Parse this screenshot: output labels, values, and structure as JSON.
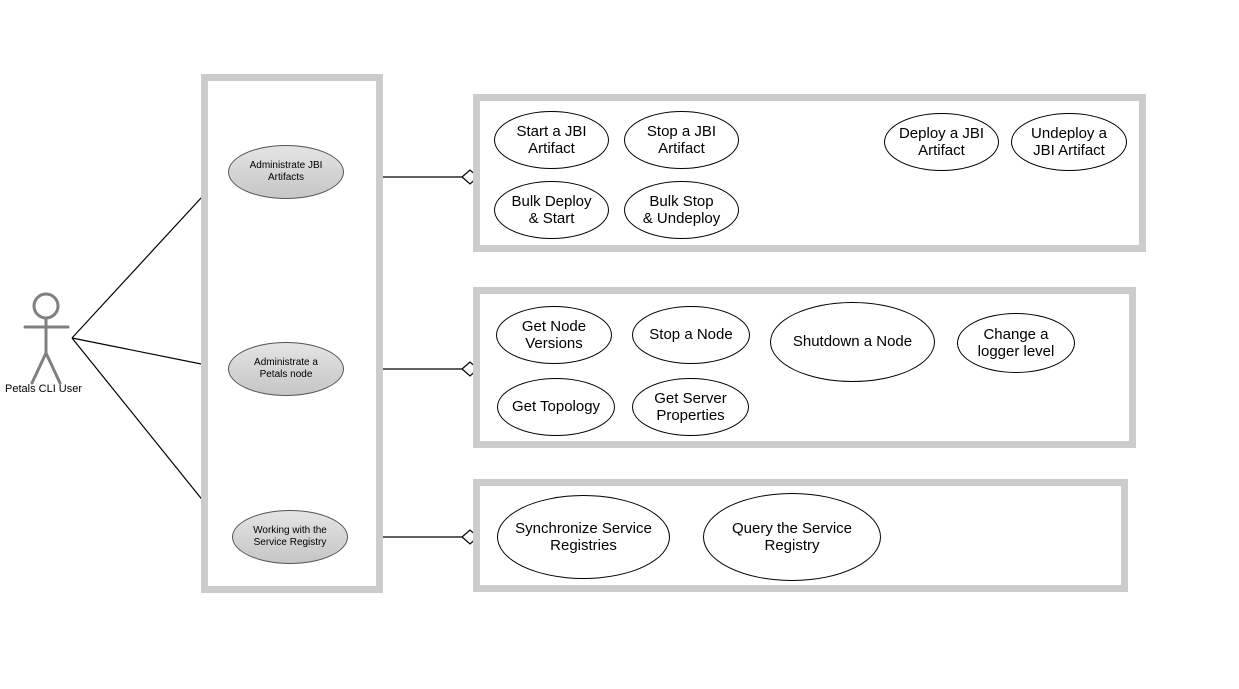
{
  "diagram": {
    "title": "Petals CLI Use Case Diagram",
    "type": "uml-use-case",
    "colors": {
      "container_border": "#cccccc",
      "ellipse_border": "#000000",
      "actor_ellipse_fill": "#d4d4d4",
      "actor_color": "#808080",
      "connector": "#000000",
      "background": "#ffffff"
    }
  },
  "actor": {
    "name": "Petals CLI User",
    "icon": "stick-figure-actor-icon"
  },
  "system_boundary": {
    "name": "petals-cli-boundary",
    "use_cases": [
      {
        "label_line1": "Administrate JBI",
        "label_line2": "Artifacts",
        "name": "administrate-jbi-artifacts"
      },
      {
        "label_line1": "Administrate a",
        "label_line2": "Petals node",
        "name": "administrate-a-petals-node"
      },
      {
        "label_line1": "Working with the",
        "label_line2": "Service Registry",
        "name": "working-with-the-service-registry"
      }
    ]
  },
  "groups": [
    {
      "name": "jbi-artifacts-group",
      "use_cases": [
        {
          "label_line1": "Start a JBI",
          "label_line2": "Artifact",
          "name": "start-a-jbi-artifact"
        },
        {
          "label_line1": "Stop a JBI",
          "label_line2": "Artifact",
          "name": "stop-a-jbi-artifact"
        },
        {
          "label_line1": "Deploy a JBI",
          "label_line2": "Artifact",
          "name": "deploy-a-jbi-artifact"
        },
        {
          "label_line1": "Undeploy a",
          "label_line2": "JBI Artifact",
          "name": "undeploy-a-jbi-artifact"
        },
        {
          "label_line1": "Bulk Deploy",
          "label_line2": "& Start",
          "name": "bulk-deploy-and-start"
        },
        {
          "label_line1": "Bulk Stop",
          "label_line2": "& Undeploy",
          "name": "bulk-stop-and-undeploy"
        }
      ]
    },
    {
      "name": "petals-node-group",
      "use_cases": [
        {
          "label_line1": "Get Node",
          "label_line2": "Versions",
          "name": "get-node-versions"
        },
        {
          "label_line1": "Stop a Node",
          "label_line2": "",
          "name": "stop-a-node"
        },
        {
          "label_line1": "Shutdown a Node",
          "label_line2": "",
          "name": "shutdown-a-node"
        },
        {
          "label_line1": "Change a",
          "label_line2": "logger level",
          "name": "change-a-logger-level"
        },
        {
          "label_line1": "Get Topology",
          "label_line2": "",
          "name": "get-topology"
        },
        {
          "label_line1": "Get Server",
          "label_line2": "Properties",
          "name": "get-server-properties"
        }
      ]
    },
    {
      "name": "service-registry-group",
      "use_cases": [
        {
          "label_line1": "Synchronize Service",
          "label_line2": "Registries",
          "name": "synchronize-service-registries"
        },
        {
          "label_line1": "Query the Service",
          "label_line2": "Registry",
          "name": "query-the-service-registry"
        }
      ]
    }
  ]
}
